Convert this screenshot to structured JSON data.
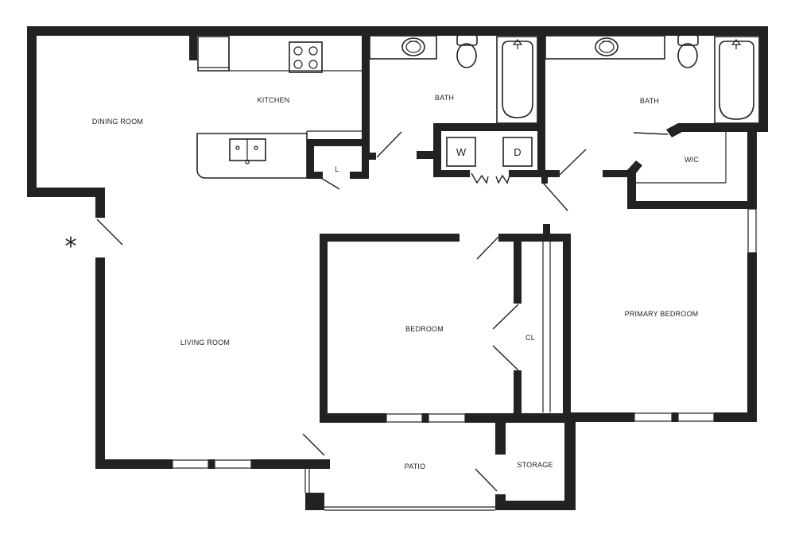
{
  "rooms": {
    "dining": "DINING ROOM",
    "kitchen": "KITCHEN",
    "bath1": "BATH",
    "bath2": "BATH",
    "wic": "WIC",
    "linen": "L",
    "living": "LIVING ROOM",
    "bedroom": "BEDROOM",
    "closet": "CL",
    "primary": "PRIMARY BEDROOM",
    "patio": "PATIO",
    "storage": "STORAGE"
  },
  "appliances": {
    "washer": "W",
    "dryer": "D"
  },
  "marks": {
    "entry": "*"
  }
}
